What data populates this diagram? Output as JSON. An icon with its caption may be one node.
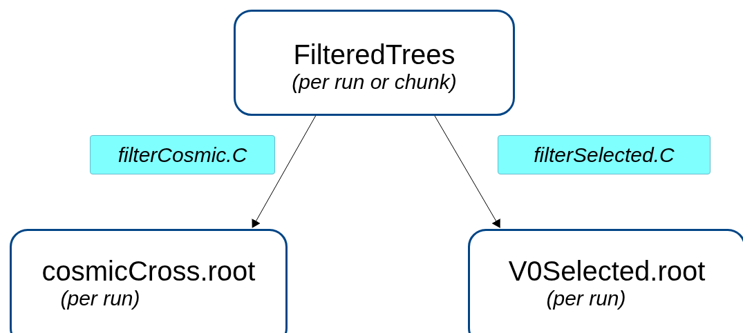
{
  "diagram": {
    "nodes": [
      {
        "text": [
          "FilteredTrees",
          "(per run or chunk)"
        ]
      },
      {
        "text": [
          "cosmicCross.root",
          "(per run)"
        ]
      },
      {
        "text": [
          "V0Selected.root",
          "(per run)"
        ]
      }
    ],
    "edges": [
      {
        "from": 0,
        "to": 1,
        "arrow": "to",
        "label": "filterCosmic.C"
      },
      {
        "from": 0,
        "to": 2,
        "arrow": "to",
        "label": "filterSelected.C"
      }
    ]
  }
}
